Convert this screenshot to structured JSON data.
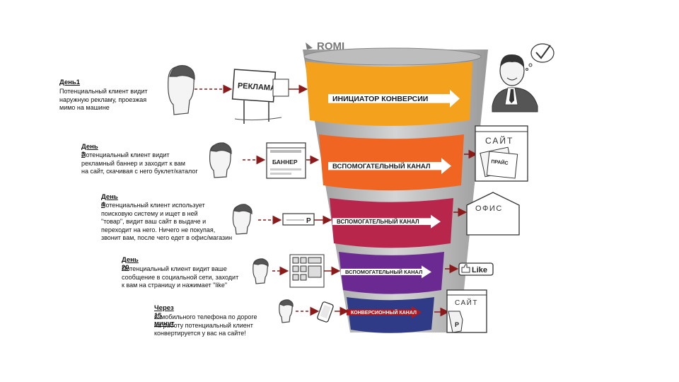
{
  "header": {
    "logo": "ROMI"
  },
  "steps": [
    {
      "title": "День1",
      "desc": "Потенциальный клиент видит\nнаружную рекламу, проезжая\nмимо на машине"
    },
    {
      "title": "День 3",
      "desc": "Потенциальный клиент видит\nрекламный баннер и заходит к вам\nна сайт, скачивая с него буклет/каталог"
    },
    {
      "title": "День 4",
      "desc": "Потенциальный клиент использует\nпоисковую систему и ищет в ней\n\"товар\", видит ваш сайт в выдаче и\nпереходит на него. Ничего не покупая,\nзвонит вам, после чего едет в офис/магазин"
    },
    {
      "title": "День 20",
      "desc": "Потенциальный клиент видит ваше\nсообщение в социальной сети, заходит\nк вам на страницу и нажимает \"like\""
    },
    {
      "title": "Через 15 минут",
      "desc": "С мобильного телефона по дороге\nна работу потенциальный клиент\nконвертируется у вас на сайте!"
    }
  ],
  "sources": {
    "billboard": "РЕКЛАМА",
    "banner": "БАННЕР",
    "search_letter": "P"
  },
  "funnel": [
    {
      "label": "ИНИЦИАТОР КОНВЕРСИИ",
      "color": "#f4a11d"
    },
    {
      "label": "ВСПОМОГАТЕЛЬНЫЙ КАНАЛ",
      "color": "#ef6521"
    },
    {
      "label": "ВСПОМОГАТЕЛЬНЫЙ КАНАЛ",
      "color": "#b8264c"
    },
    {
      "label": "ВСПОМОГАТЕЛЬНЫЙ КАНАЛ",
      "color": "#6b2a91"
    },
    {
      "label": "КОНВЕРСИОННЫЙ КАНАЛ",
      "color": "#2f3b86"
    }
  ],
  "outcomes": {
    "site1": "САЙТ",
    "price": "ПРАЙС",
    "office": "ОФИС",
    "like": "Like",
    "site2": "САЙТ",
    "site2_letter": "P"
  },
  "colors": {
    "arrow": "#8b1a1a",
    "funnel_gray": "#9a9a9a",
    "funnel_gray_light": "#c8c8c8"
  }
}
